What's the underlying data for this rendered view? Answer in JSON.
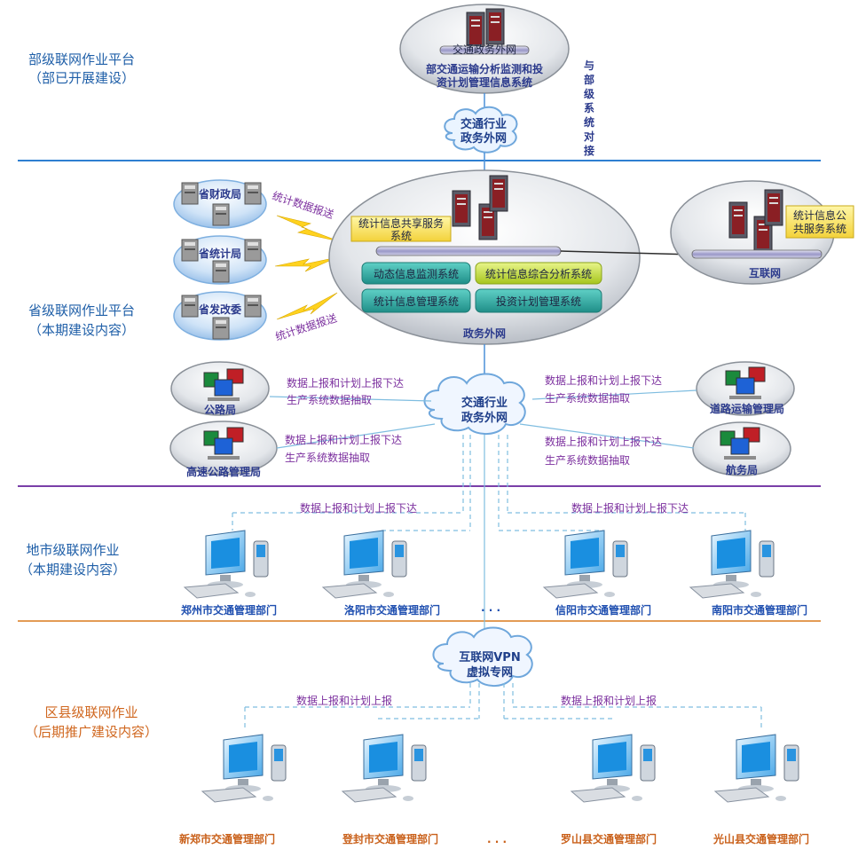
{
  "tiers": {
    "ministry": {
      "line1": "部级联网作业平台",
      "line2": "（部已开展建设）"
    },
    "province": {
      "line1": "省级联网作业平台",
      "line2": "（本期建设内容）"
    },
    "city": {
      "line1": "地市级联网作业",
      "line2": "（本期建设内容）"
    },
    "county": {
      "line1": "区县级联网作业",
      "line2": "（后期推广建设内容）"
    }
  },
  "ministry": {
    "network_bar": "交通政务外网",
    "system_line1": "部交通运输分析监测和投",
    "system_line2": "资计划管理信息系统",
    "connect_chars": [
      "与",
      "部",
      "级",
      "系",
      "统",
      "对",
      "接"
    ]
  },
  "clouds": {
    "gov_top": {
      "line1": "交通行业",
      "line2": "政务外网"
    },
    "gov_mid": {
      "line1": "交通行业",
      "line2": "政务外网"
    },
    "vpn": {
      "line1": "互联网VPN",
      "line2": "虚拟专网"
    }
  },
  "province": {
    "agencies": [
      "省财政局",
      "省统计局",
      "省发改委"
    ],
    "stat_report_upper": "统计数据报送",
    "stat_report_lower": "统计数据报送",
    "share_box_line1": "统计信息共享服务",
    "share_box_line2": "系统",
    "modules": [
      "动态信息监测系统",
      "统计信息综合分析系统",
      "统计信息管理系统",
      "投资计划管理系统"
    ],
    "gov_net_label": "政务外网",
    "public_box_line1": "统计信息公",
    "public_box_line2": "共服务系统",
    "internet_label": "互联网"
  },
  "bureaus": {
    "left": [
      "公路局",
      "高速公路管理局"
    ],
    "right": [
      "道路运输管理局",
      "航务局"
    ],
    "flow_report": "数据上报和计划上报下达",
    "flow_extract": "生产系统数据抽取"
  },
  "city": {
    "flow": "数据上报和计划上报下达",
    "depts": [
      "郑州市交通管理部门",
      "洛阳市交通管理部门",
      "信阳市交通管理部门",
      "南阳市交通管理部门"
    ],
    "ellipsis": "· · ·"
  },
  "county": {
    "flow": "数据上报和计划上报",
    "depts": [
      "新郑市交通管理部门",
      "登封市交通管理部门",
      "罗山县交通管理部门",
      "光山县交通管理部门"
    ],
    "ellipsis": ". . ."
  },
  "colors": {
    "blue_rule": "#2e7fd1",
    "purple_rule": "#7a3fa8",
    "orange_rule": "#e39b55",
    "teal_module": "#2aa6a0",
    "green_module": "#b9d630"
  }
}
